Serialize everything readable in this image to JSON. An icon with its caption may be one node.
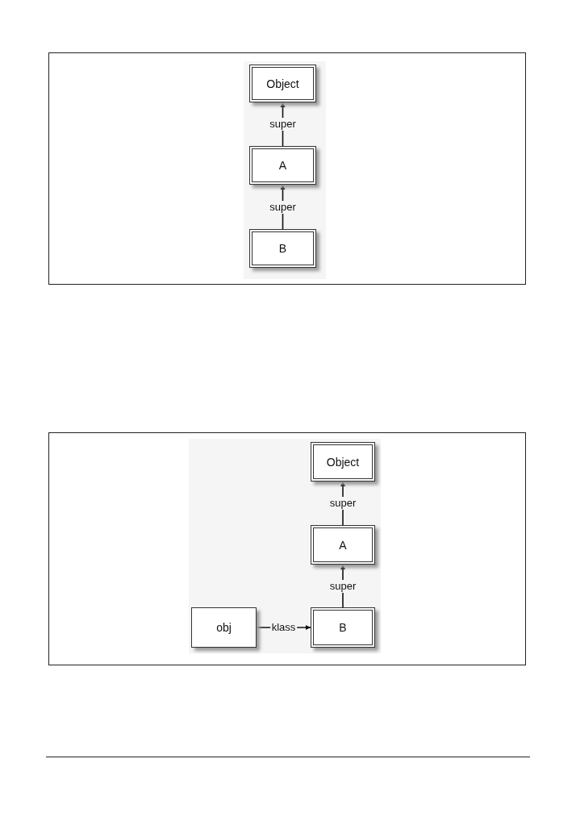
{
  "diagram": {
    "nodes": [
      {
        "text": [
          "Object"
        ]
      },
      {
        "text": [
          "A"
        ]
      },
      {
        "text": [
          "B"
        ]
      },
      {
        "text": [
          "Object"
        ]
      },
      {
        "text": [
          "A"
        ]
      },
      {
        "text": [
          "obj"
        ]
      },
      {
        "text": [
          "B"
        ]
      }
    ],
    "edges": [
      {
        "from": 1,
        "to": 0,
        "arrow": "to",
        "label": "super"
      },
      {
        "from": 2,
        "to": 1,
        "arrow": "to",
        "label": "super"
      },
      {
        "from": 4,
        "to": 3,
        "arrow": "to",
        "label": "super"
      },
      {
        "from": 6,
        "to": 4,
        "arrow": "to",
        "label": "super"
      },
      {
        "from": 5,
        "to": 6,
        "arrow": "to",
        "label": "klass"
      }
    ]
  }
}
